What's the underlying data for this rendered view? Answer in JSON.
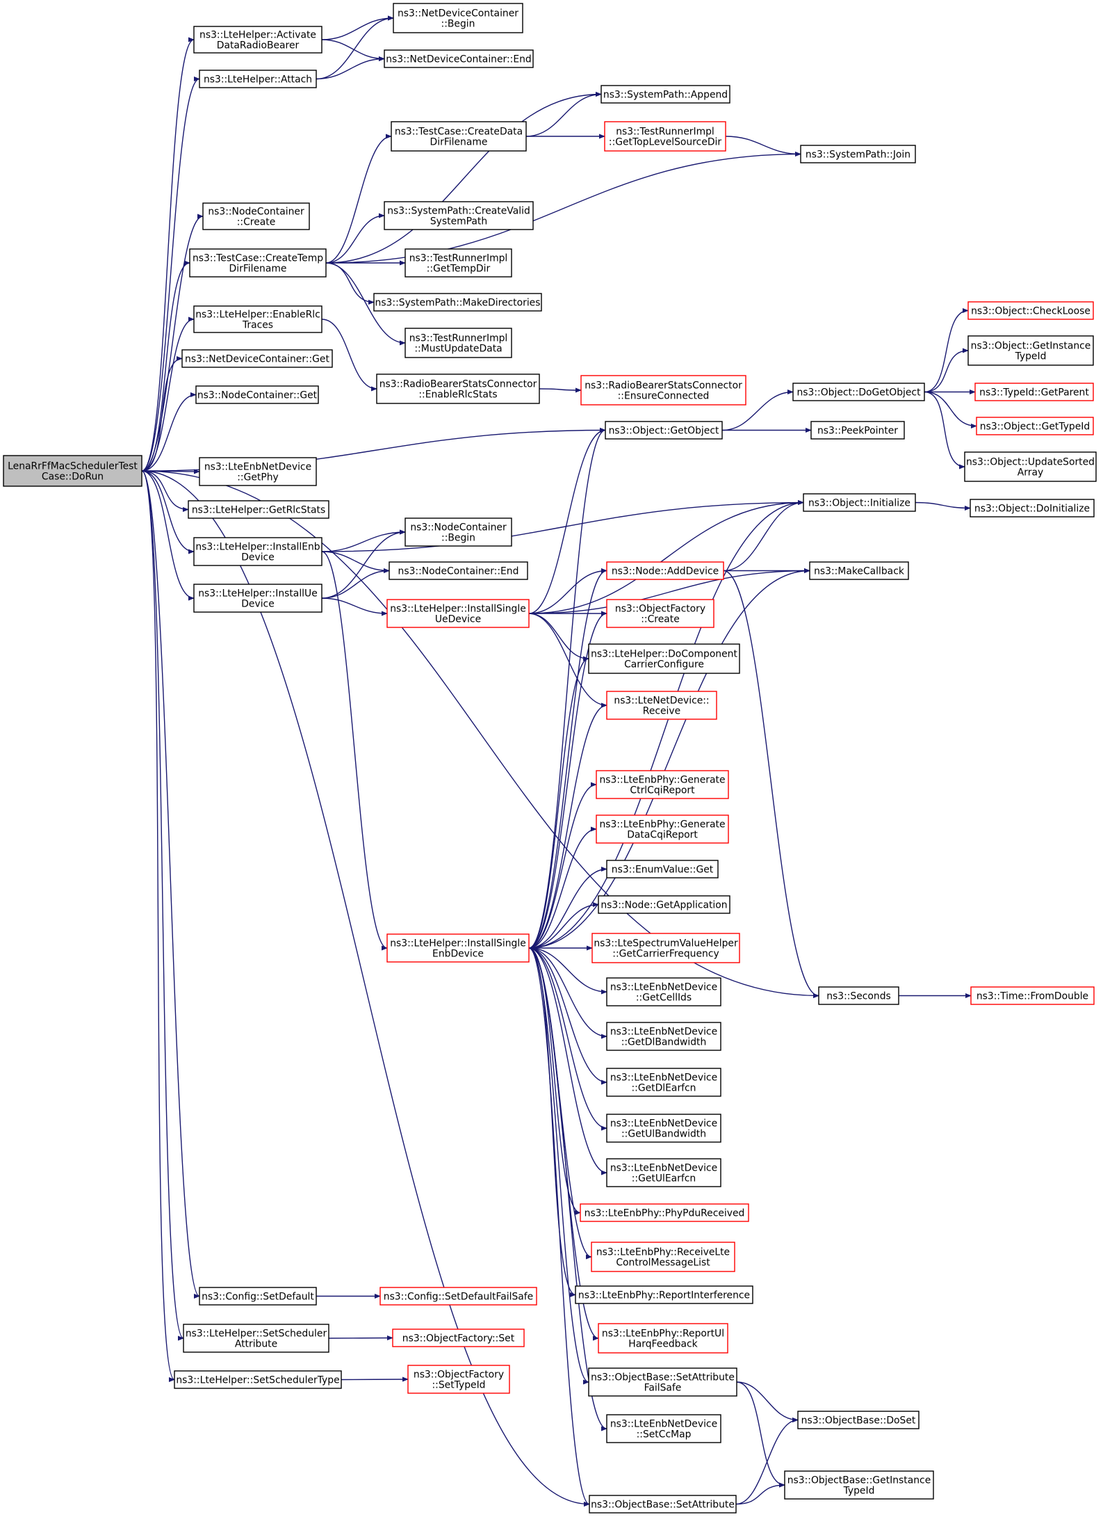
{
  "diagram": {
    "type": "call-graph",
    "colors": {
      "edge": "#191970",
      "border_normal": "#000000",
      "border_truncated": "#ff0000",
      "root_fill": "#bfbfbf",
      "fill": "#ffffff"
    },
    "nodes": [
      {
        "id": "root",
        "lines": [
          "LenaRrFfMacSchedulerTest",
          "Case::DoRun"
        ],
        "style": "root"
      },
      {
        "id": "actdrb",
        "lines": [
          "ns3::LteHelper::Activate",
          "DataRadioBearer"
        ],
        "style": "normal"
      },
      {
        "id": "ndcbegin",
        "lines": [
          "ns3::NetDeviceContainer",
          "::Begin"
        ],
        "style": "normal"
      },
      {
        "id": "attach",
        "lines": [
          "ns3::LteHelper::Attach"
        ],
        "style": "normal"
      },
      {
        "id": "ndcend",
        "lines": [
          "ns3::NetDeviceContainer::End"
        ],
        "style": "normal"
      },
      {
        "id": "spappend",
        "lines": [
          "ns3::SystemPath::Append"
        ],
        "style": "normal"
      },
      {
        "id": "createdata",
        "lines": [
          "ns3::TestCase::CreateData",
          "DirFilename"
        ],
        "style": "normal"
      },
      {
        "id": "gettoplevel",
        "lines": [
          "ns3::TestRunnerImpl",
          "::GetTopLevelSourceDir"
        ],
        "style": "truncated"
      },
      {
        "id": "spjoin",
        "lines": [
          "ns3::SystemPath::Join"
        ],
        "style": "normal"
      },
      {
        "id": "nccreate",
        "lines": [
          "ns3::NodeContainer",
          "::Create"
        ],
        "style": "normal"
      },
      {
        "id": "createtemp",
        "lines": [
          "ns3::TestCase::CreateTemp",
          "DirFilename"
        ],
        "style": "normal"
      },
      {
        "id": "createvalid",
        "lines": [
          "ns3::SystemPath::CreateValid",
          "SystemPath"
        ],
        "style": "normal"
      },
      {
        "id": "gettempdir",
        "lines": [
          "ns3::TestRunnerImpl",
          "::GetTempDir"
        ],
        "style": "normal"
      },
      {
        "id": "makedirs",
        "lines": [
          "ns3::SystemPath::MakeDirectories"
        ],
        "style": "normal"
      },
      {
        "id": "mustupdate",
        "lines": [
          "ns3::TestRunnerImpl",
          "::MustUpdateData"
        ],
        "style": "normal"
      },
      {
        "id": "enablerlc",
        "lines": [
          "ns3::LteHelper::EnableRlc",
          "Traces"
        ],
        "style": "normal"
      },
      {
        "id": "rbscenable",
        "lines": [
          "ns3::RadioBearerStatsConnector",
          "::EnableRlcStats"
        ],
        "style": "normal"
      },
      {
        "id": "rbscensure",
        "lines": [
          "ns3::RadioBearerStatsConnector",
          "::EnsureConnected"
        ],
        "style": "truncated"
      },
      {
        "id": "ndcget",
        "lines": [
          "ns3::NetDeviceContainer::Get"
        ],
        "style": "normal"
      },
      {
        "id": "ncget",
        "lines": [
          "ns3::NodeContainer::Get"
        ],
        "style": "normal"
      },
      {
        "id": "checkloose",
        "lines": [
          "ns3::Object::CheckLoose"
        ],
        "style": "truncated"
      },
      {
        "id": "getinstancetypeid",
        "lines": [
          "ns3::Object::GetInstance",
          "TypeId"
        ],
        "style": "normal"
      },
      {
        "id": "dogetobject",
        "lines": [
          "ns3::Object::DoGetObject"
        ],
        "style": "normal"
      },
      {
        "id": "typeidgetparent",
        "lines": [
          "ns3::TypeId::GetParent"
        ],
        "style": "truncated"
      },
      {
        "id": "objgettypeid",
        "lines": [
          "ns3::Object::GetTypeId"
        ],
        "style": "truncated"
      },
      {
        "id": "getobject",
        "lines": [
          "ns3::Object::GetObject"
        ],
        "style": "normal"
      },
      {
        "id": "peekpointer",
        "lines": [
          "ns3::PeekPointer"
        ],
        "style": "normal"
      },
      {
        "id": "updatesorted",
        "lines": [
          "ns3::Object::UpdateSorted",
          "Array"
        ],
        "style": "normal"
      },
      {
        "id": "enbgetphy",
        "lines": [
          "ns3::LteEnbNetDevice",
          "::GetPhy"
        ],
        "style": "normal"
      },
      {
        "id": "getrlcstats",
        "lines": [
          "ns3::LteHelper::GetRlcStats"
        ],
        "style": "normal"
      },
      {
        "id": "objinit",
        "lines": [
          "ns3::Object::Initialize"
        ],
        "style": "normal"
      },
      {
        "id": "doinit",
        "lines": [
          "ns3::Object::DoInitialize"
        ],
        "style": "normal"
      },
      {
        "id": "installenb",
        "lines": [
          "ns3::LteHelper::InstallEnb",
          "Device"
        ],
        "style": "normal"
      },
      {
        "id": "ncbegin",
        "lines": [
          "ns3::NodeContainer",
          "::Begin"
        ],
        "style": "normal"
      },
      {
        "id": "ncend",
        "lines": [
          "ns3::NodeContainer::End"
        ],
        "style": "normal"
      },
      {
        "id": "installue",
        "lines": [
          "ns3::LteHelper::InstallUe",
          "Device"
        ],
        "style": "normal"
      },
      {
        "id": "nodeadddevice",
        "lines": [
          "ns3::Node::AddDevice"
        ],
        "style": "truncated"
      },
      {
        "id": "makecallback",
        "lines": [
          "ns3::MakeCallback"
        ],
        "style": "normal"
      },
      {
        "id": "installsingleue",
        "lines": [
          "ns3::LteHelper::InstallSingle",
          "UeDevice"
        ],
        "style": "truncated"
      },
      {
        "id": "ofcreate",
        "lines": [
          "ns3::ObjectFactory",
          "::Create"
        ],
        "style": "truncated"
      },
      {
        "id": "docomponent",
        "lines": [
          "ns3::LteHelper::DoComponent",
          "CarrierConfigure"
        ],
        "style": "normal"
      },
      {
        "id": "ltendreceive",
        "lines": [
          "ns3::LteNetDevice::",
          "Receive"
        ],
        "style": "truncated"
      },
      {
        "id": "genctrlcqi",
        "lines": [
          "ns3::LteEnbPhy::Generate",
          "CtrlCqiReport"
        ],
        "style": "truncated"
      },
      {
        "id": "gendatacqi",
        "lines": [
          "ns3::LteEnbPhy::Generate",
          "DataCqiReport"
        ],
        "style": "truncated"
      },
      {
        "id": "enumget",
        "lines": [
          "ns3::EnumValue::Get"
        ],
        "style": "normal"
      },
      {
        "id": "nodegetapp",
        "lines": [
          "ns3::Node::GetApplication"
        ],
        "style": "normal"
      },
      {
        "id": "installsingleenb",
        "lines": [
          "ns3::LteHelper::InstallSingle",
          "EnbDevice"
        ],
        "style": "truncated"
      },
      {
        "id": "getcarrierfreq",
        "lines": [
          "ns3::LteSpectrumValueHelper",
          "::GetCarrierFrequency"
        ],
        "style": "truncated"
      },
      {
        "id": "seconds",
        "lines": [
          "ns3::Seconds"
        ],
        "style": "normal"
      },
      {
        "id": "fromdouble",
        "lines": [
          "ns3::Time::FromDouble"
        ],
        "style": "truncated"
      },
      {
        "id": "getcellids",
        "lines": [
          "ns3::LteEnbNetDevice",
          "::GetCellIds"
        ],
        "style": "normal"
      },
      {
        "id": "getdlbw",
        "lines": [
          "ns3::LteEnbNetDevice",
          "::GetDlBandwidth"
        ],
        "style": "normal"
      },
      {
        "id": "getdlearfcn",
        "lines": [
          "ns3::LteEnbNetDevice",
          "::GetDlEarfcn"
        ],
        "style": "normal"
      },
      {
        "id": "getulbw",
        "lines": [
          "ns3::LteEnbNetDevice",
          "::GetUlBandwidth"
        ],
        "style": "normal"
      },
      {
        "id": "getulearfcn",
        "lines": [
          "ns3::LteEnbNetDevice",
          "::GetUlEarfcn"
        ],
        "style": "normal"
      },
      {
        "id": "phypdu",
        "lines": [
          "ns3::LteEnbPhy::PhyPduReceived"
        ],
        "style": "truncated"
      },
      {
        "id": "receivelte",
        "lines": [
          "ns3::LteEnbPhy::ReceiveLte",
          "ControlMessageList"
        ],
        "style": "truncated"
      },
      {
        "id": "configsetdefault",
        "lines": [
          "ns3::Config::SetDefault"
        ],
        "style": "normal"
      },
      {
        "id": "configsetdefaultfs",
        "lines": [
          "ns3::Config::SetDefaultFailSafe"
        ],
        "style": "truncated"
      },
      {
        "id": "reportinterf",
        "lines": [
          "ns3::LteEnbPhy::ReportInterference"
        ],
        "style": "normal"
      },
      {
        "id": "setschedattr",
        "lines": [
          "ns3::LteHelper::SetScheduler",
          "Attribute"
        ],
        "style": "normal"
      },
      {
        "id": "ofset",
        "lines": [
          "ns3::ObjectFactory::Set"
        ],
        "style": "truncated"
      },
      {
        "id": "reportul",
        "lines": [
          "ns3::LteEnbPhy::ReportUl",
          "HarqFeedback"
        ],
        "style": "truncated"
      },
      {
        "id": "setschedtype",
        "lines": [
          "ns3::LteHelper::SetSchedulerType"
        ],
        "style": "normal"
      },
      {
        "id": "ofsettypeid",
        "lines": [
          "ns3::ObjectFactory",
          "::SetTypeId"
        ],
        "style": "truncated"
      },
      {
        "id": "setattrfs",
        "lines": [
          "ns3::ObjectBase::SetAttribute",
          "FailSafe"
        ],
        "style": "normal"
      },
      {
        "id": "objbasedoset",
        "lines": [
          "ns3::ObjectBase::DoSet"
        ],
        "style": "normal"
      },
      {
        "id": "setccmap",
        "lines": [
          "ns3::LteEnbNetDevice",
          "::SetCcMap"
        ],
        "style": "normal"
      },
      {
        "id": "objbasegetinst",
        "lines": [
          "ns3::ObjectBase::GetInstance",
          "TypeId"
        ],
        "style": "normal"
      },
      {
        "id": "objbasesetattr",
        "lines": [
          "ns3::ObjectBase::SetAttribute"
        ],
        "style": "normal"
      }
    ],
    "edges": [
      [
        "root",
        "actdrb"
      ],
      [
        "root",
        "attach"
      ],
      [
        "root",
        "nccreate"
      ],
      [
        "root",
        "createtemp"
      ],
      [
        "root",
        "enablerlc"
      ],
      [
        "root",
        "ndcget"
      ],
      [
        "root",
        "ncget"
      ],
      [
        "root",
        "getobject"
      ],
      [
        "root",
        "enbgetphy"
      ],
      [
        "root",
        "getrlcstats"
      ],
      [
        "root",
        "installenb"
      ],
      [
        "root",
        "installue"
      ],
      [
        "root",
        "configsetdefault"
      ],
      [
        "root",
        "setschedattr"
      ],
      [
        "root",
        "setschedtype"
      ],
      [
        "root",
        "seconds"
      ],
      [
        "root",
        "objbasesetattr"
      ],
      [
        "actdrb",
        "ndcbegin"
      ],
      [
        "actdrb",
        "ndcend"
      ],
      [
        "attach",
        "ndcbegin"
      ],
      [
        "attach",
        "ndcend"
      ],
      [
        "createdata",
        "spappend"
      ],
      [
        "createdata",
        "gettoplevel"
      ],
      [
        "gettoplevel",
        "spjoin"
      ],
      [
        "createtemp",
        "spappend"
      ],
      [
        "createtemp",
        "createdata"
      ],
      [
        "createtemp",
        "spjoin"
      ],
      [
        "createtemp",
        "createvalid"
      ],
      [
        "createtemp",
        "gettempdir"
      ],
      [
        "createtemp",
        "makedirs"
      ],
      [
        "createtemp",
        "mustupdate"
      ],
      [
        "enablerlc",
        "rbscenable"
      ],
      [
        "rbscenable",
        "rbscensure"
      ],
      [
        "getobject",
        "dogetobject"
      ],
      [
        "getobject",
        "peekpointer"
      ],
      [
        "dogetobject",
        "checkloose"
      ],
      [
        "dogetobject",
        "getinstancetypeid"
      ],
      [
        "dogetobject",
        "typeidgetparent"
      ],
      [
        "dogetobject",
        "objgettypeid"
      ],
      [
        "dogetobject",
        "updatesorted"
      ],
      [
        "objinit",
        "doinit"
      ],
      [
        "installenb",
        "ncbegin"
      ],
      [
        "installenb",
        "ncend"
      ],
      [
        "installenb",
        "objinit"
      ],
      [
        "installenb",
        "installsingleenb"
      ],
      [
        "installue",
        "ncbegin"
      ],
      [
        "installue",
        "ncend"
      ],
      [
        "installue",
        "installsingleue"
      ],
      [
        "installsingleue",
        "getobject"
      ],
      [
        "installsingleue",
        "objinit"
      ],
      [
        "installsingleue",
        "makecallback"
      ],
      [
        "installsingleue",
        "nodeadddevice"
      ],
      [
        "installsingleue",
        "ofcreate"
      ],
      [
        "installsingleue",
        "docomponent"
      ],
      [
        "installsingleue",
        "ltendreceive"
      ],
      [
        "nodeadddevice",
        "objinit"
      ],
      [
        "nodeadddevice",
        "makecallback"
      ],
      [
        "nodeadddevice",
        "seconds"
      ],
      [
        "installsingleenb",
        "getobject"
      ],
      [
        "installsingleenb",
        "objinit"
      ],
      [
        "installsingleenb",
        "makecallback"
      ],
      [
        "installsingleenb",
        "nodeadddevice"
      ],
      [
        "installsingleenb",
        "ofcreate"
      ],
      [
        "installsingleenb",
        "docomponent"
      ],
      [
        "installsingleenb",
        "ltendreceive"
      ],
      [
        "installsingleenb",
        "genctrlcqi"
      ],
      [
        "installsingleenb",
        "gendatacqi"
      ],
      [
        "installsingleenb",
        "enumget"
      ],
      [
        "installsingleenb",
        "nodegetapp"
      ],
      [
        "installsingleenb",
        "getcarrierfreq"
      ],
      [
        "installsingleenb",
        "getcellids"
      ],
      [
        "installsingleenb",
        "getdlbw"
      ],
      [
        "installsingleenb",
        "getdlearfcn"
      ],
      [
        "installsingleenb",
        "getulbw"
      ],
      [
        "installsingleenb",
        "getulearfcn"
      ],
      [
        "installsingleenb",
        "phypdu"
      ],
      [
        "installsingleenb",
        "receivelte"
      ],
      [
        "installsingleenb",
        "reportinterf"
      ],
      [
        "installsingleenb",
        "reportul"
      ],
      [
        "installsingleenb",
        "setattrfs"
      ],
      [
        "installsingleenb",
        "setccmap"
      ],
      [
        "installsingleenb",
        "objbasesetattr"
      ],
      [
        "seconds",
        "fromdouble"
      ],
      [
        "configsetdefault",
        "configsetdefaultfs"
      ],
      [
        "setschedattr",
        "ofset"
      ],
      [
        "setschedtype",
        "ofsettypeid"
      ],
      [
        "setattrfs",
        "objbasedoset"
      ],
      [
        "setattrfs",
        "objbasegetinst"
      ],
      [
        "objbasesetattr",
        "objbasedoset"
      ],
      [
        "objbasesetattr",
        "objbasegetinst"
      ]
    ]
  }
}
